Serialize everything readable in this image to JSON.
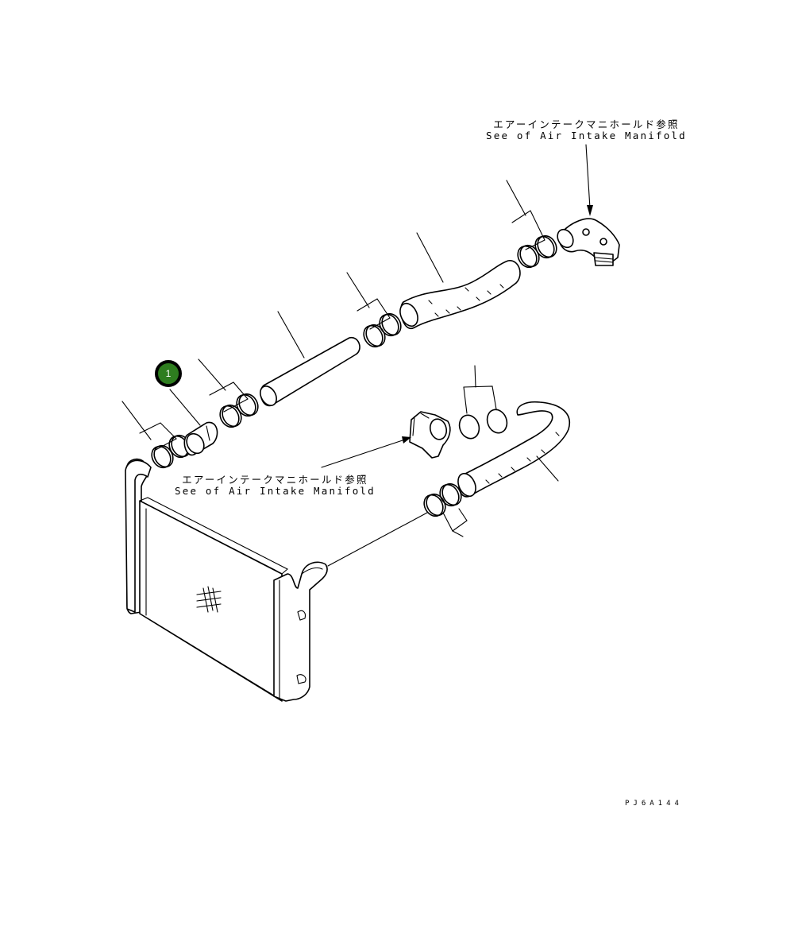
{
  "diagram": {
    "drawing_code": "PJ6A144",
    "callout": {
      "number": "1",
      "fill_color": "#2e7d1f",
      "border_color": "#000000"
    },
    "references": [
      {
        "jp": "エアーインテークマニホールド参照",
        "en": "See of Air Intake Manifold"
      },
      {
        "jp": "エアーインテークマニホールド参照",
        "en": "See of Air Intake Manifold"
      }
    ]
  }
}
